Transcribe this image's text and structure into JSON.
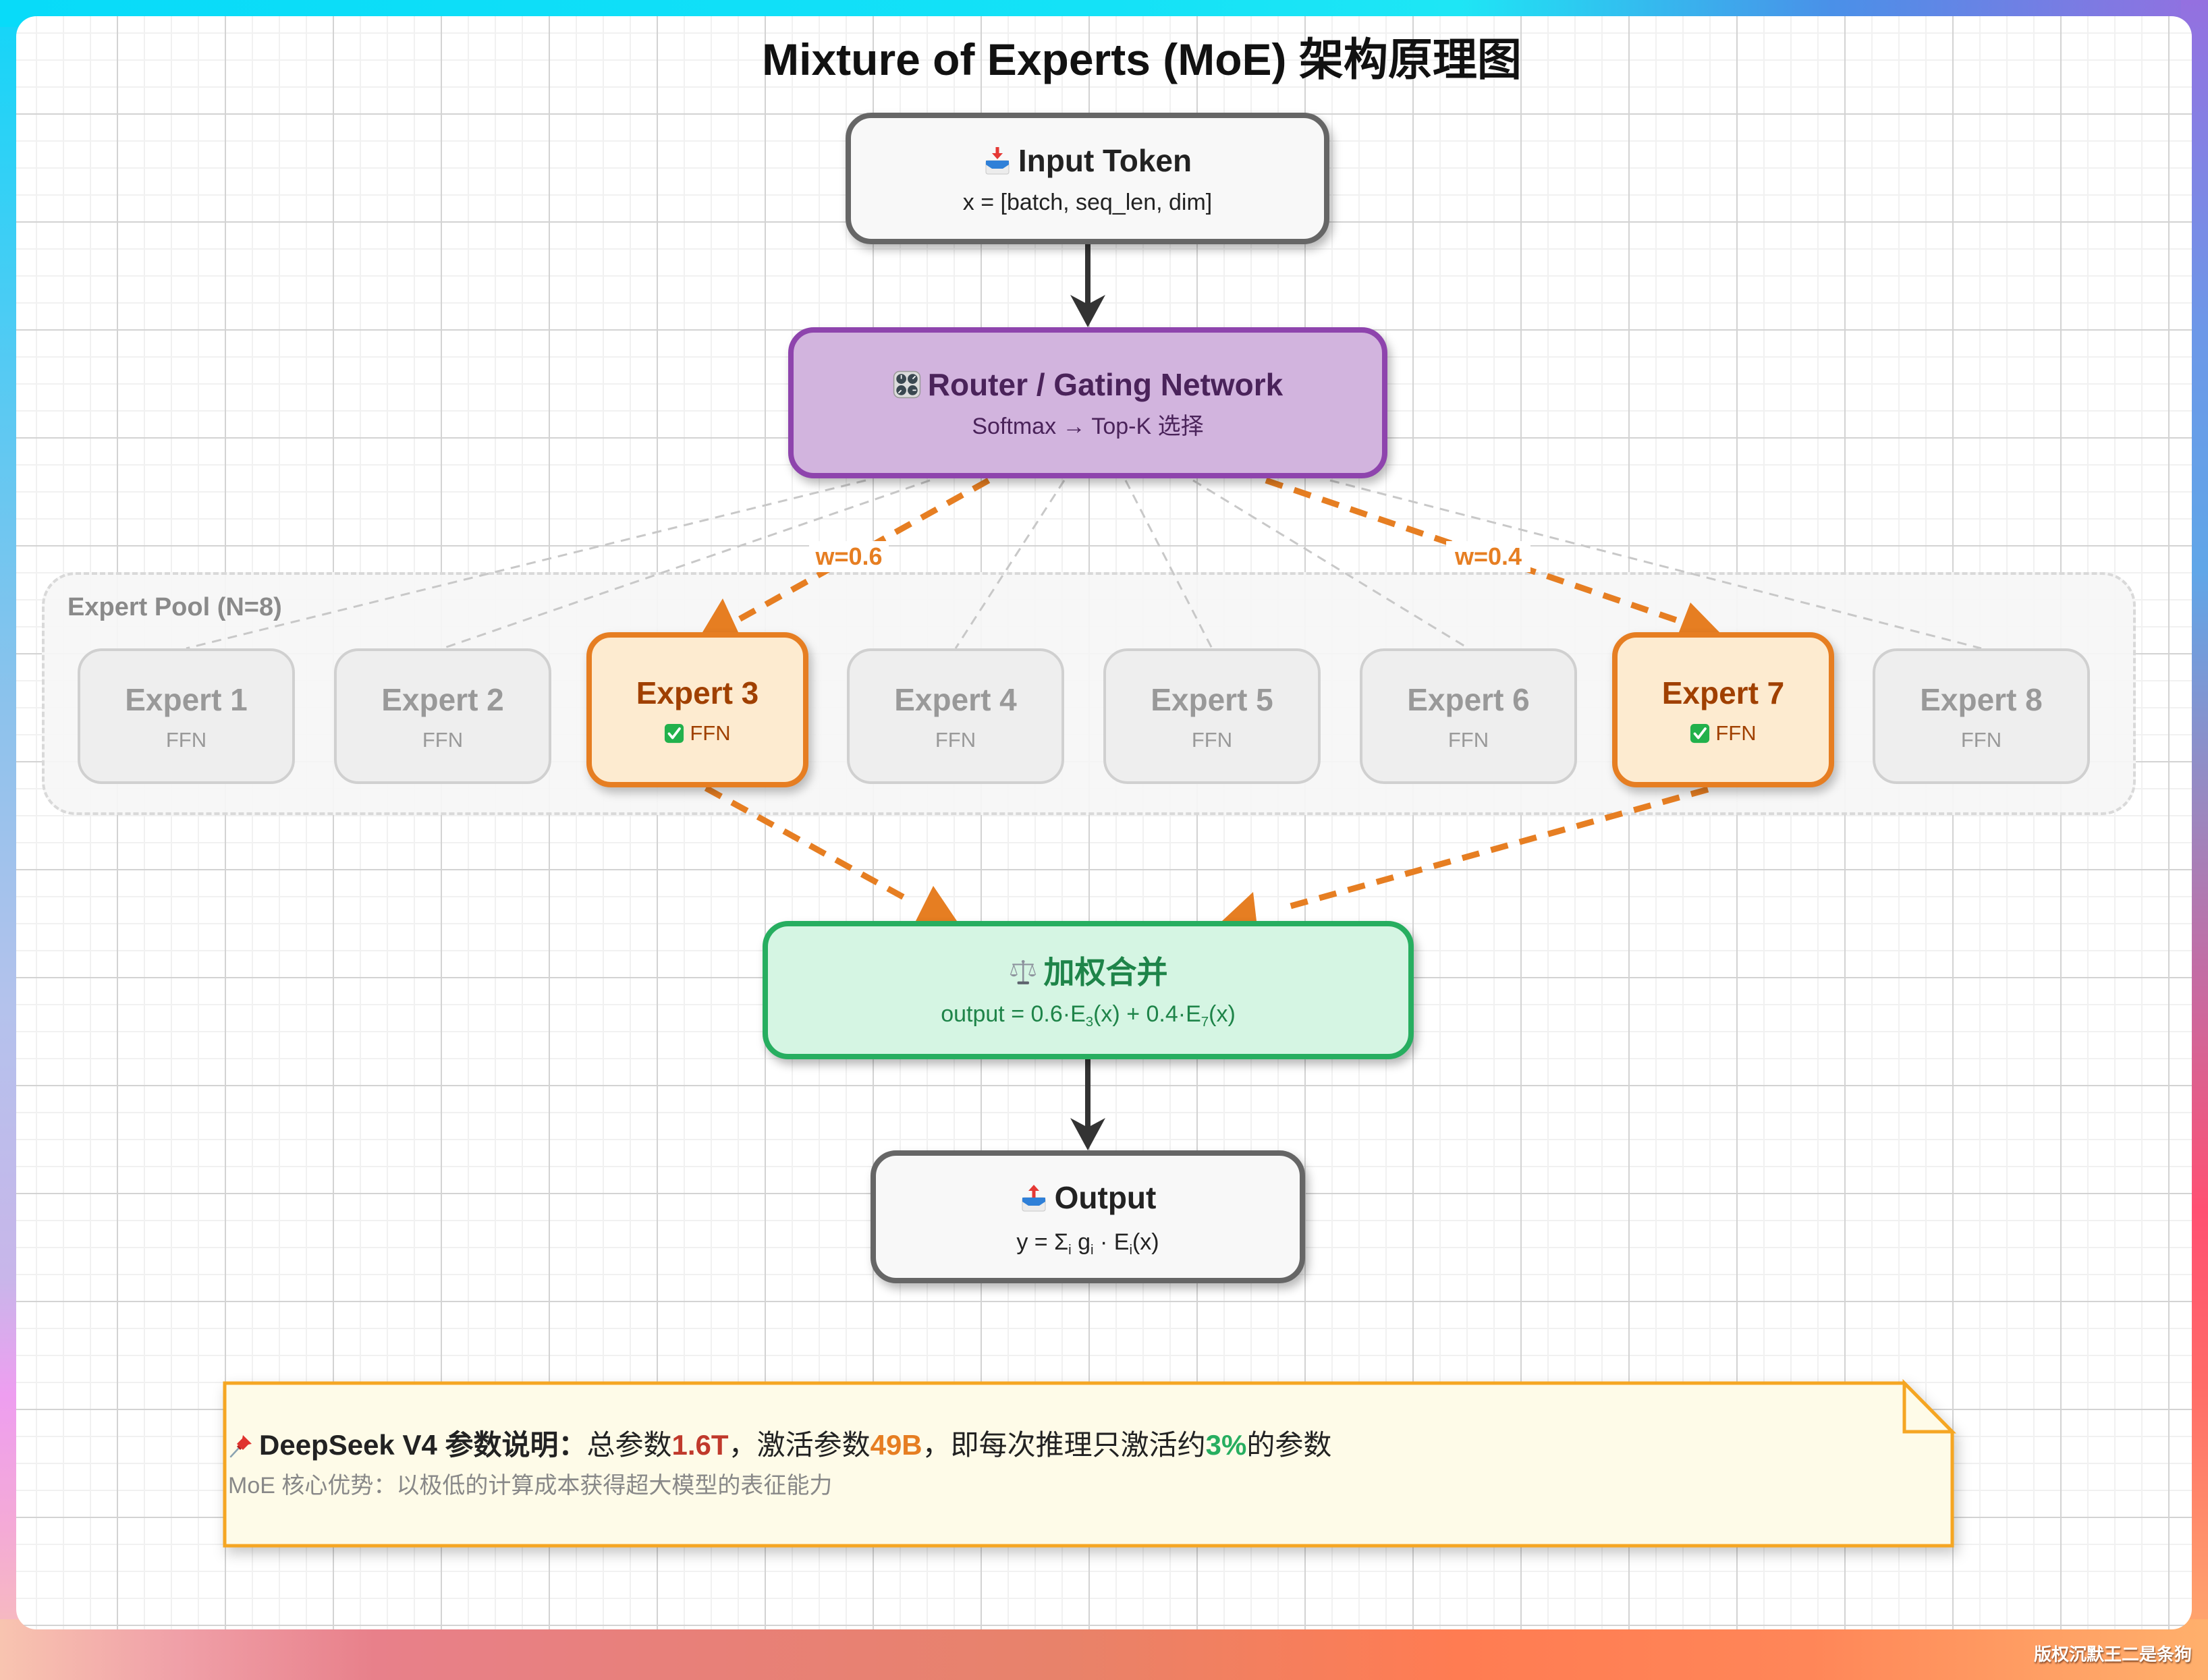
{
  "title": "Mixture of Experts (MoE) 架构原理图",
  "input": {
    "icon": "inbox-tray",
    "title": "Input Token",
    "subtitle": "x = [batch, seq_len, dim]"
  },
  "router": {
    "icon": "control-knobs",
    "title": "Router / Gating Network",
    "subtitle": "Softmax → Top-K 选择"
  },
  "expert_pool": {
    "label": "Expert Pool (N=8)",
    "experts": [
      {
        "name": "Expert 1",
        "type": "FFN",
        "active": false
      },
      {
        "name": "Expert 2",
        "type": "FFN",
        "active": false
      },
      {
        "name": "Expert 3",
        "type": "FFN",
        "active": true,
        "status_icon": "check-mark-button"
      },
      {
        "name": "Expert 4",
        "type": "FFN",
        "active": false
      },
      {
        "name": "Expert 5",
        "type": "FFN",
        "active": false
      },
      {
        "name": "Expert 6",
        "type": "FFN",
        "active": false
      },
      {
        "name": "Expert 7",
        "type": "FFN",
        "active": true,
        "status_icon": "check-mark-button"
      },
      {
        "name": "Expert 8",
        "type": "FFN",
        "active": false
      }
    ]
  },
  "routes": [
    {
      "from": "Router / Gating Network",
      "to": "Expert 3",
      "weight": 0.6,
      "weight_label": "w=0.6"
    },
    {
      "from": "Router / Gating Network",
      "to": "Expert 7",
      "weight": 0.4,
      "weight_label": "w=0.4"
    }
  ],
  "combine": {
    "icon": "balance-scale",
    "title": "加权合并",
    "formula": [
      "output = 0.6·E",
      "3",
      "(x) + 0.4·E",
      "7",
      "(x)"
    ]
  },
  "output": {
    "icon": "outbox-tray",
    "title": "Output",
    "formula": [
      "y = Σ",
      "i",
      " g",
      "i",
      " · E",
      "i",
      "(x)"
    ]
  },
  "note": {
    "icon": "pushpin",
    "heading": "DeepSeek V4 参数说明：",
    "total_label": "总参数 ",
    "total_value": "1.6T",
    "active_label": "，激活参数 ",
    "active_value": "49B",
    "ratio_label": "，即每次推理只激活约 ",
    "ratio_value": "3%",
    "suffix": " 的参数",
    "subtext": "MoE 核心优势：以极低的计算成本获得超大模型的表征能力"
  },
  "watermark": "版权沉默王二是条狗",
  "colors": {
    "io_border": "#666666",
    "io_fill": "#f8f8f8",
    "router_border": "#8e44ad",
    "router_fill": "#d2b4de",
    "router_text": "#4a235a",
    "active_border": "#e67e22",
    "active_fill": "#fdebd0",
    "active_text": "#a04000",
    "inactive_border": "#d0d0d0",
    "inactive_fill": "#eeeeee",
    "inactive_text": "#999999",
    "combine_border": "#27ae60",
    "combine_fill": "#d5f5e3",
    "combine_text": "#1e8449",
    "note_border": "#f5a623",
    "note_fill": "#fefbe8",
    "highlight_total": "#c0392b",
    "highlight_active": "#e67e22",
    "highlight_ratio": "#27ae60"
  }
}
